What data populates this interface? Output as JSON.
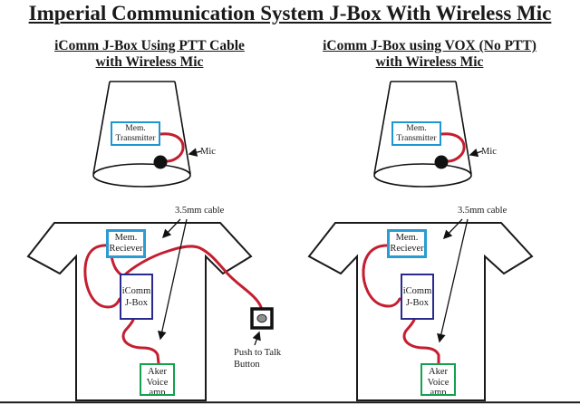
{
  "title": "Imperial Communication System J-Box With Wireless Mic",
  "colors": {
    "box_blue": "#1e96cf",
    "box_navy": "#2a2a8e",
    "box_green": "#13a04f",
    "cable_red": "#c41e30",
    "outline_black": "#111111",
    "ptt_gray": "#909090"
  },
  "panels": [
    {
      "heading": {
        "line1": "iComm J-Box Using PTT Cable",
        "line2": "with Wireless Mic"
      },
      "transmitter": {
        "line1": "Mem.",
        "line2": "Transmitter"
      },
      "mic_label": "Mic",
      "receiver": {
        "line1": "Mem.",
        "line2": "Reciever"
      },
      "jbox": {
        "line1": "iComm",
        "line2": "J-Box"
      },
      "amp": {
        "line1": "Aker",
        "line2": "Voice",
        "line3": "amp"
      },
      "cable_label": "3.5mm cable",
      "ptt_label": {
        "line1": "Push to Talk",
        "line2": "Button"
      }
    },
    {
      "heading": {
        "line1": "iComm J-Box using VOX (No PTT)",
        "line2": "with Wireless Mic"
      },
      "transmitter": {
        "line1": "Mem.",
        "line2": "Transmitter"
      },
      "mic_label": "Mic",
      "receiver": {
        "line1": "Mem.",
        "line2": "Reciever"
      },
      "jbox": {
        "line1": "iComm",
        "line2": "J-Box"
      },
      "amp": {
        "line1": "Aker",
        "line2": "Voice",
        "line3": "amp"
      },
      "cable_label": "3.5mm cable"
    }
  ]
}
